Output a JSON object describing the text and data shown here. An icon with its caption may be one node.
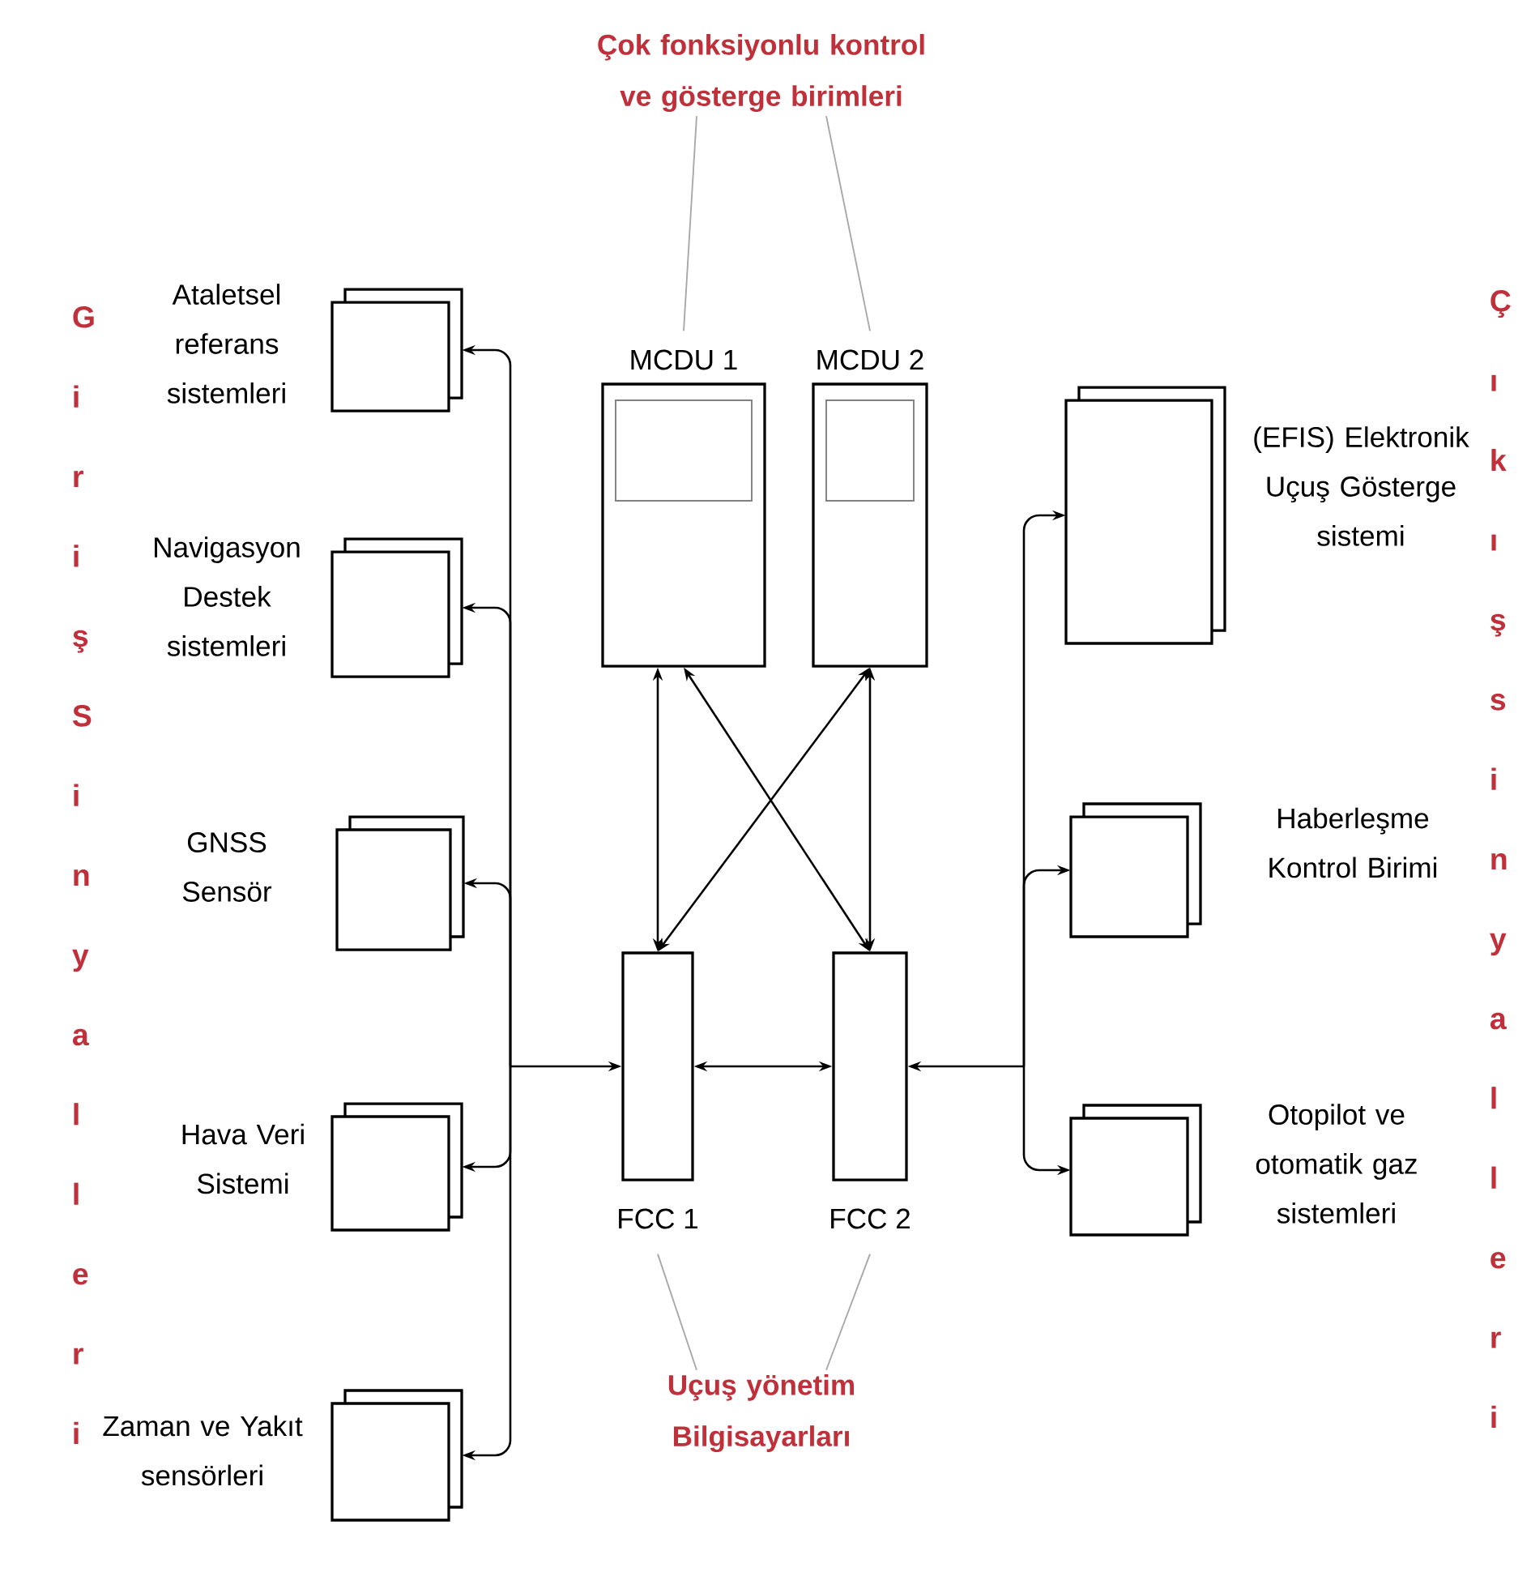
{
  "diagram": {
    "nodes": [
      {
        "text": [
          "Çok fonksiyonlu kontrol ve gösterge birimleri"
        ]
      },
      {
        "text": [
          "MCDU 1"
        ]
      },
      {
        "text": [
          "MCDU 2"
        ]
      },
      {
        "text": [
          "Ataletsel referans sistemleri"
        ]
      },
      {
        "text": [
          "Navigasyon Destek sistemleri"
        ]
      },
      {
        "text": [
          "GNSS Sensör"
        ]
      },
      {
        "text": [
          "Hava Veri Sistemi"
        ]
      },
      {
        "text": [
          "Zaman ve Yakıt sensörleri"
        ]
      },
      {
        "text": [
          "FCC 1"
        ]
      },
      {
        "text": [
          "FCC 2"
        ]
      },
      {
        "text": [
          "(EFIS) Elektronik Uçuş Gösterge sistemi"
        ]
      },
      {
        "text": [
          "Haberleşme Kontrol Birimi"
        ]
      },
      {
        "text": [
          "Otopilot ve otomatik gaz sistemleri"
        ]
      },
      {
        "text": [
          "Uçuş yönetim Bilgisayarları"
        ]
      }
    ],
    "edges": [
      {
        "from": 0,
        "to": 1,
        "arrow": "none",
        "color": "#a8a8a8"
      },
      {
        "from": 0,
        "to": 2,
        "arrow": "none",
        "color": "#a8a8a8"
      },
      {
        "from": 8,
        "to": 3,
        "arrow": "both"
      },
      {
        "from": 8,
        "to": 4,
        "arrow": "both"
      },
      {
        "from": 8,
        "to": 5,
        "arrow": "both"
      },
      {
        "from": 8,
        "to": 6,
        "arrow": "both"
      },
      {
        "from": 8,
        "to": 7,
        "arrow": "both"
      },
      {
        "from": 1,
        "to": 8,
        "arrow": "both"
      },
      {
        "from": 1,
        "to": 9,
        "arrow": "both"
      },
      {
        "from": 2,
        "to": 8,
        "arrow": "both"
      },
      {
        "from": 2,
        "to": 9,
        "arrow": "both"
      },
      {
        "from": 8,
        "to": 9,
        "arrow": "both"
      },
      {
        "from": 9,
        "to": 10,
        "arrow": "both"
      },
      {
        "from": 9,
        "to": 11,
        "arrow": "both"
      },
      {
        "from": 9,
        "to": 12,
        "arrow": "both"
      },
      {
        "from": 13,
        "to": 8,
        "arrow": "none",
        "color": "#a8a8a8"
      },
      {
        "from": 13,
        "to": 9,
        "arrow": "none",
        "color": "#a8a8a8"
      }
    ],
    "labels": [
      "Giriş Sinyalleri",
      "Çıkış sinyalleri"
    ]
  }
}
